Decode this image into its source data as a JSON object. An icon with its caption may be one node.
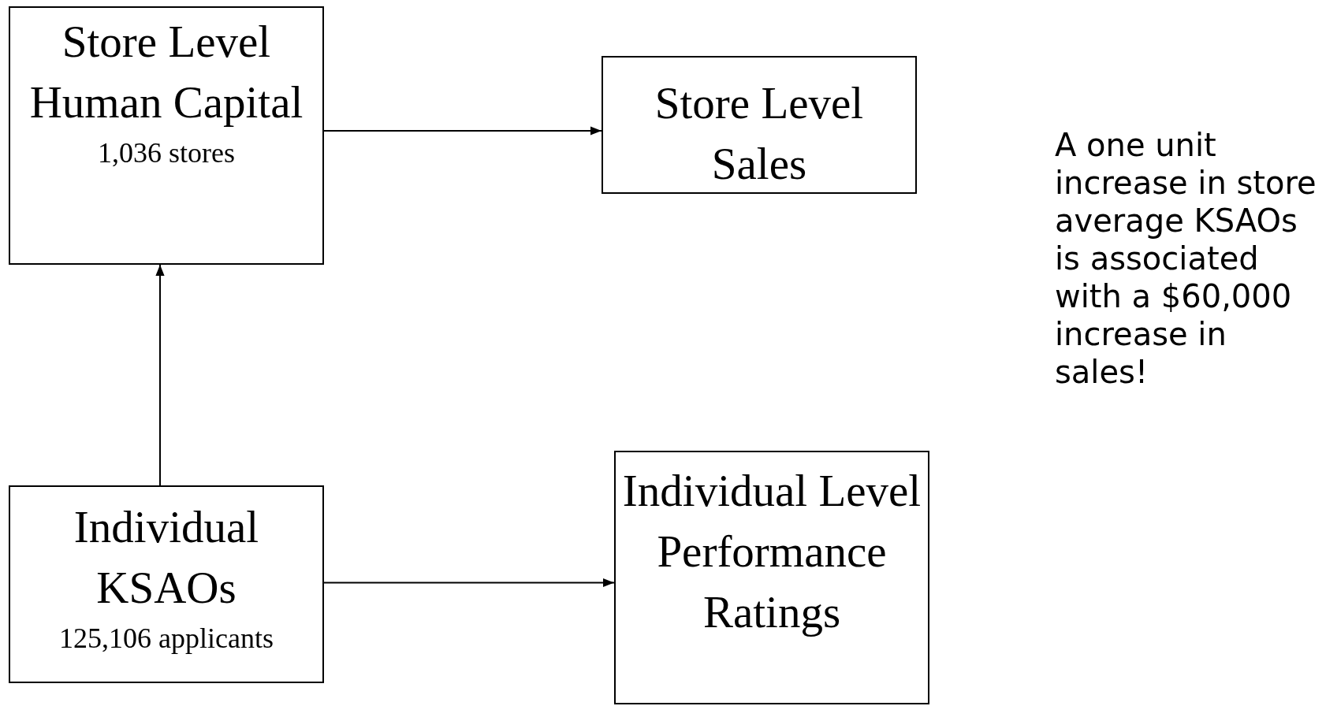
{
  "diagram": {
    "nodes": [
      {
        "text": [
          "Store Level Human Capital",
          "1,036 stores"
        ]
      },
      {
        "text": [
          "Store Level Sales"
        ]
      },
      {
        "text": [
          "Individual KSAOs",
          "125,106 applicants"
        ]
      },
      {
        "text": [
          "Individual Level Performance Ratings"
        ]
      }
    ],
    "edges": [
      {
        "from": 0,
        "to": 1,
        "arrow": "to"
      },
      {
        "from": 2,
        "to": 0,
        "arrow": "to"
      },
      {
        "from": 2,
        "to": 3,
        "arrow": "to"
      }
    ],
    "labels": [
      "A one unit increase in store average KSAOs is associated with a $60,000 increase in sales!"
    ]
  }
}
